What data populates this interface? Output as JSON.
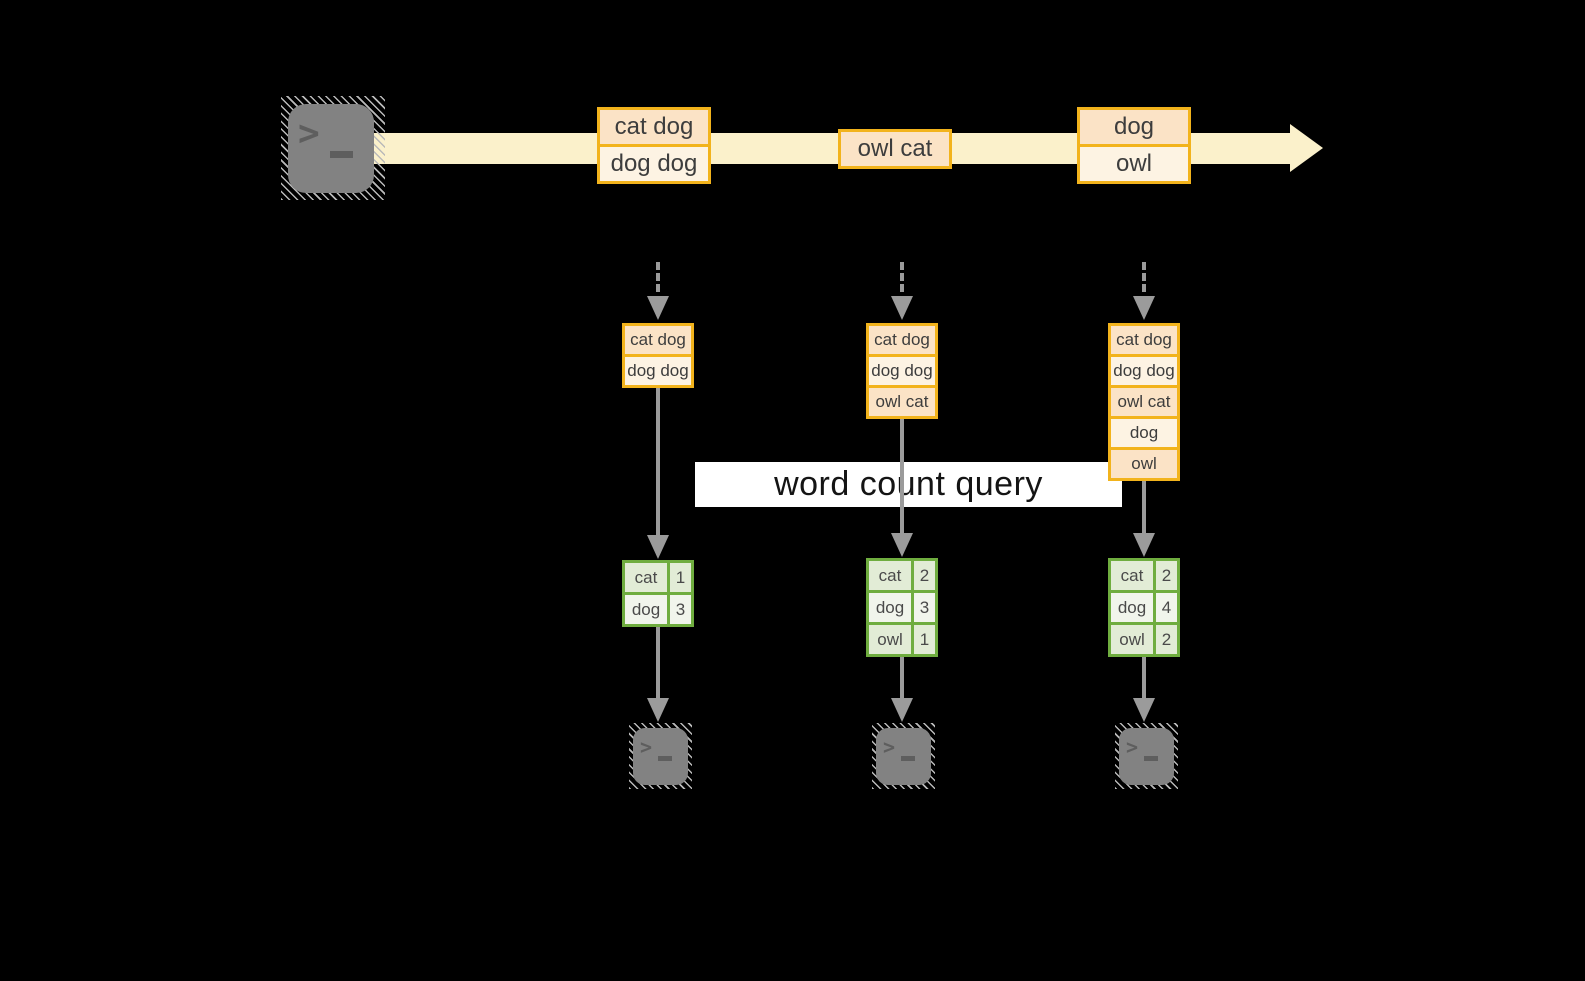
{
  "diagram": {
    "query_label": "word count query",
    "icons": {
      "source": "terminal-icon",
      "sinks": [
        "terminal-icon",
        "terminal-icon",
        "terminal-icon"
      ]
    },
    "stream": {
      "boxes": [
        {
          "rows": [
            "cat dog",
            "dog dog"
          ]
        },
        {
          "rows": [
            "owl cat"
          ]
        },
        {
          "rows": [
            "dog",
            "owl"
          ]
        }
      ]
    },
    "states": [
      {
        "rows": [
          "cat dog",
          "dog dog"
        ]
      },
      {
        "rows": [
          "cat dog",
          "dog dog",
          "owl cat"
        ]
      },
      {
        "rows": [
          "cat dog",
          "dog dog",
          "owl cat",
          "dog",
          "owl"
        ]
      }
    ],
    "tables": [
      {
        "rows": [
          {
            "word": "cat",
            "count": "1"
          },
          {
            "word": "dog",
            "count": "3"
          }
        ]
      },
      {
        "rows": [
          {
            "word": "cat",
            "count": "2"
          },
          {
            "word": "dog",
            "count": "3"
          },
          {
            "word": "owl",
            "count": "1"
          }
        ]
      },
      {
        "rows": [
          {
            "word": "cat",
            "count": "2"
          },
          {
            "word": "dog",
            "count": "4"
          },
          {
            "word": "owl",
            "count": "2"
          }
        ]
      }
    ],
    "colors": {
      "background": "#000000",
      "stream_band": "#fbf1cb",
      "record_border": "#f2b31c",
      "record_fill_dark": "#fbe3c6",
      "record_fill_light": "#fdf3e3",
      "table_border": "#6fad3f",
      "table_fill_dark": "#e2ecd6",
      "table_fill_light": "#f1f5ec",
      "arrow_gray": "#9b9b9b",
      "query_band_bg": "#ffffff",
      "terminal_gray": "#828282"
    }
  }
}
